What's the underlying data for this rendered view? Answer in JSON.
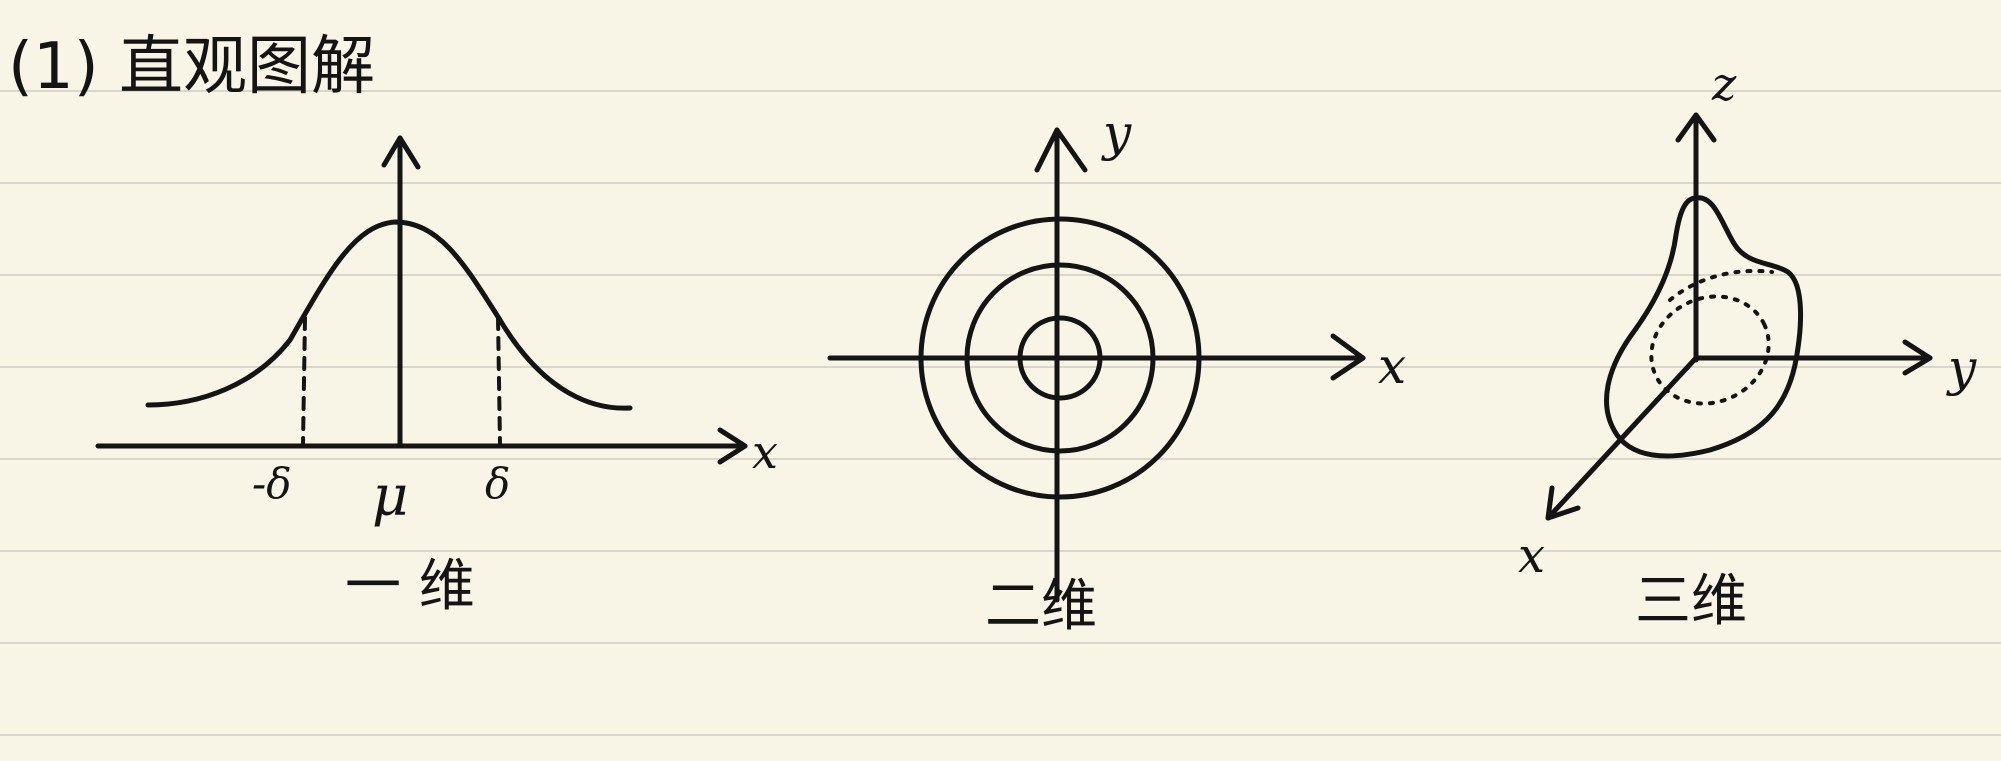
{
  "heading": "(1) 直观图解",
  "panels": [
    {
      "caption": "一 维",
      "y_axis_label": "",
      "x_axis_label": "x",
      "ticks": [
        "-δ",
        "μ",
        "δ"
      ]
    },
    {
      "caption": "二维",
      "x_axis_label": "x",
      "y_axis_label": "y"
    },
    {
      "caption": "三维",
      "x_axis_label": "x",
      "y_axis_label": "y",
      "z_axis_label": "z"
    }
  ]
}
